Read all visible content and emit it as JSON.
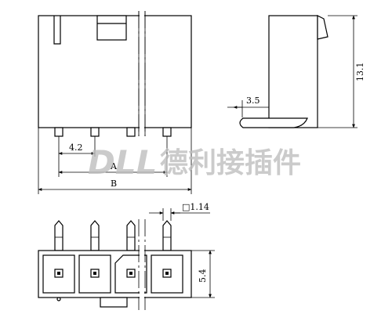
{
  "dimensions": {
    "pitch": "4.2",
    "a": "A",
    "b": "B",
    "side_offset": "3.5",
    "height": "13.1",
    "pin_square": "□1.14",
    "bottom_height": "5.4"
  },
  "watermark": {
    "latin": "DLL",
    "cjk": "德利接插件"
  },
  "colors": {
    "line": "#000000",
    "background": "#ffffff",
    "watermark": "#bfbfbf"
  }
}
